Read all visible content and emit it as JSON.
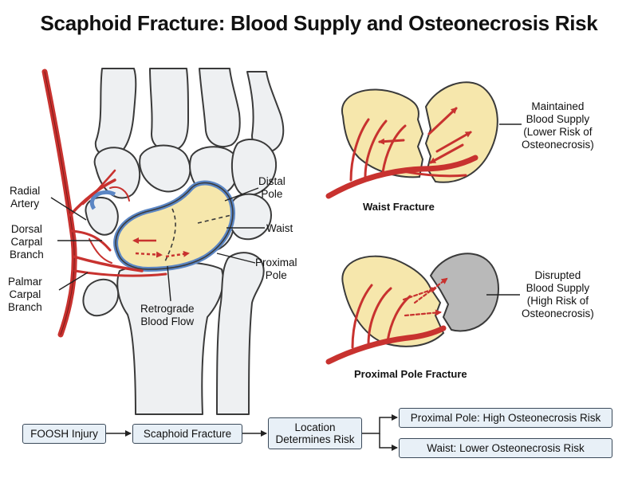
{
  "title": "Scaphoid Fracture: Blood Supply and Osteonecrosis Risk",
  "wrist_labels": {
    "radial_artery": "Radial\nArtery",
    "dorsal_carpal_branch": "Dorsal\nCarpal\nBranch",
    "palmar_carpal_branch": "Palmar\nCarpal\nBranch",
    "distal_pole": "Distal\nPole",
    "waist": "Waist",
    "proximal_pole": "Proximal\nPole",
    "retrograde_blood_flow": "Retrograde\nBlood Flow"
  },
  "waist_fracture": {
    "caption": "Waist Fracture",
    "note": "Maintained\nBlood Supply\n(Lower Risk of\nOsteonecrosis)"
  },
  "proximal_fracture": {
    "caption": "Proximal Pole Fracture",
    "note": "Disrupted\nBlood Supply\n(High Risk of\nOsteonecrosis)"
  },
  "flow": {
    "step1": "FOOSH Injury",
    "step2": "Scaphoid Fracture",
    "step3": "Location\nDetermines Risk",
    "outcome_high": "Proximal Pole: High Osteonecrosis Risk",
    "outcome_low": "Waist: Lower Osteonecrosis Risk"
  },
  "colors": {
    "artery": "#c8322f",
    "scaphoid": "#f6e7ac",
    "bone": "#eef0f2",
    "outline": "#3a3a3a",
    "box_fill": "#e8f0f7",
    "dead_bone": "#b9b9b9",
    "blue_rim": "#5b86c4"
  }
}
